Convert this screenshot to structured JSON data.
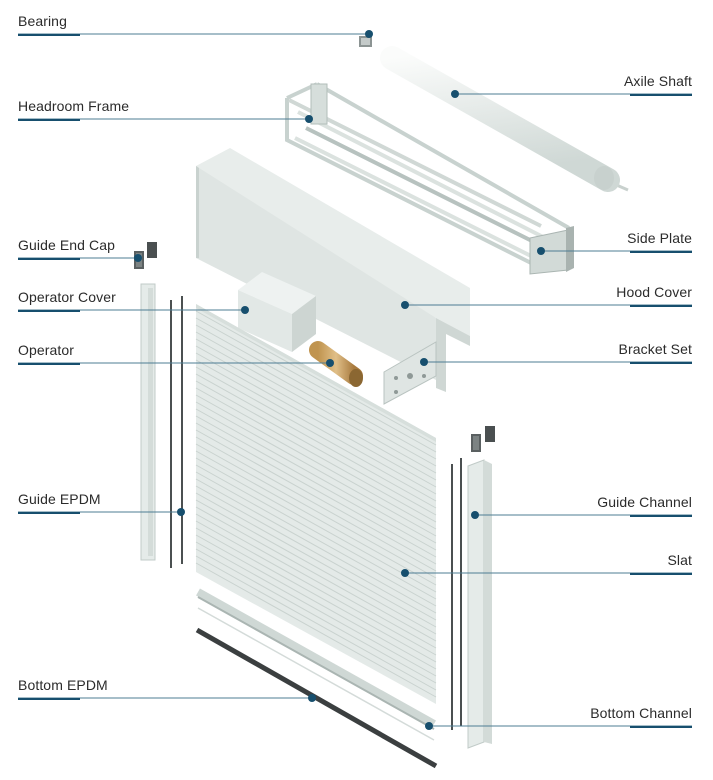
{
  "accent": "#174f6e",
  "labels": {
    "bearing": "Bearing",
    "headroom_frame": "Headroom Frame",
    "guide_end_cap": "Guide End Cap",
    "operator_cover": "Operator Cover",
    "operator": "Operator",
    "guide_epdm": "Guide EPDM",
    "bottom_epdm": "Bottom EPDM",
    "axile_shaft": "Axile Shaft",
    "side_plate": "Side Plate",
    "hood_cover": "Hood Cover",
    "bracket_set": "Bracket Set",
    "guide_channel": "Guide Channel",
    "slat": "Slat",
    "bottom_channel": "Bottom Channel"
  }
}
